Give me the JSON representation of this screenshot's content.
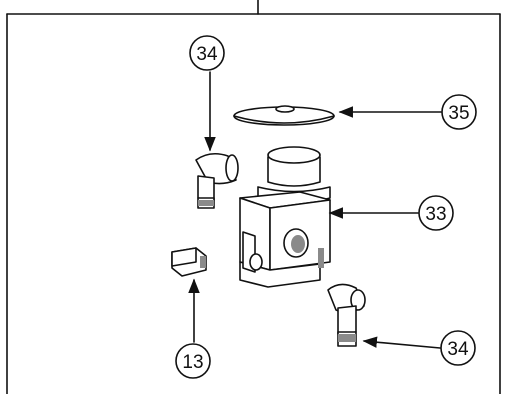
{
  "figure": {
    "callouts": [
      {
        "id": "c34a",
        "label": "34"
      },
      {
        "id": "c35",
        "label": "35"
      },
      {
        "id": "c33",
        "label": "33"
      },
      {
        "id": "c13",
        "label": "13"
      },
      {
        "id": "c34b",
        "label": "34"
      }
    ],
    "parts": [
      "diaphragm",
      "valve-body",
      "elbow-fitting-upper",
      "elbow-fitting-lower",
      "plug"
    ]
  }
}
